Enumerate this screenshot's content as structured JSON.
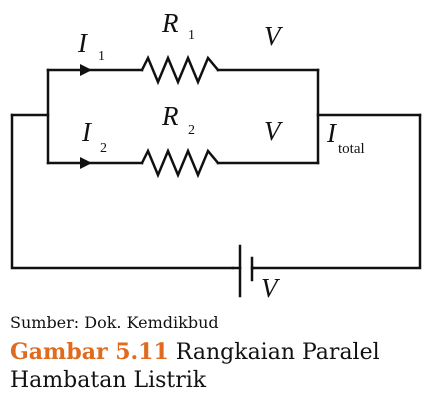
{
  "diagram": {
    "branch_top": {
      "current": "I",
      "current_sub": "1",
      "resistor": "R",
      "resistor_sub": "1",
      "voltage": "V"
    },
    "branch_bottom": {
      "current": "I",
      "current_sub": "2",
      "resistor": "R",
      "resistor_sub": "2",
      "voltage": "V"
    },
    "total_current": {
      "symbol": "I",
      "subscript": "total"
    },
    "source_voltage": "V"
  },
  "source_text": "Sumber: Dok. Kemdikbud",
  "caption": {
    "figure_number": "Gambar 5.11",
    "title": "Rangkaian Paralel Hambatan Listrik"
  }
}
